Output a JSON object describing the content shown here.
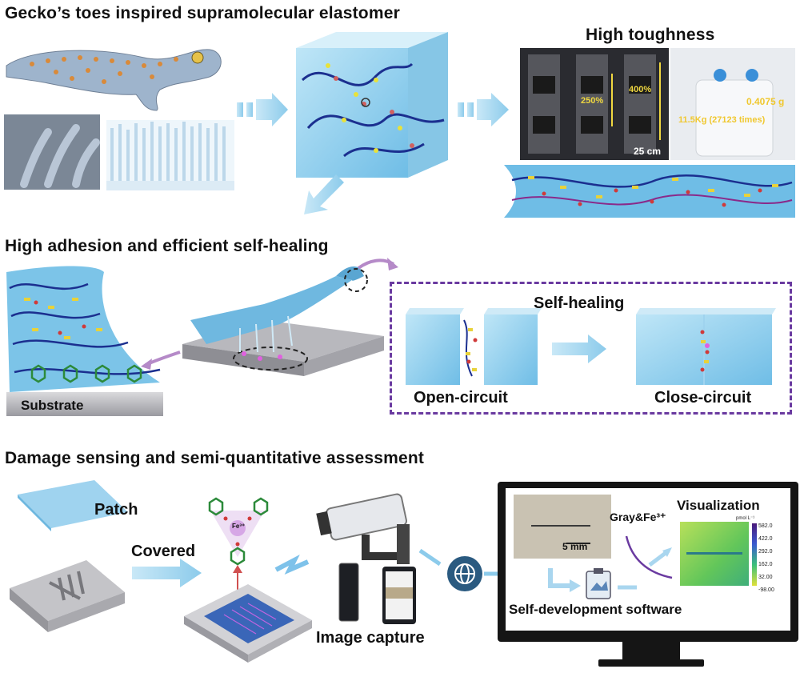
{
  "sections": {
    "top_title": "Gecko’s toes inspired supramolecular elastomer",
    "toughness_title": "High toughness",
    "adhesion_title": "High adhesion and efficient self-healing",
    "sensing_title": "Damage sensing and semi-quantitative assessment"
  },
  "toughness": {
    "strain_1": "250%",
    "strain_2": "400%",
    "scale": "25 cm",
    "weight": "0.4075 g",
    "load": "11.5Kg (27123 times)"
  },
  "adhesion": {
    "substrate": "Substrate",
    "self_healing": "Self-healing",
    "open_circuit": "Open-circuit",
    "close_circuit": "Close-circuit"
  },
  "sensing": {
    "patch": "Patch",
    "covered": "Covered",
    "fe_label": "Fe³⁺",
    "image_capture": "Image capture",
    "scale_bar": "5 mm",
    "gray_fe": "Gray&Fe³⁺",
    "visualization": "Visualization",
    "software": "Self-development software",
    "colorbar_unit": "pmol L⁻¹",
    "colorbar_ticks": [
      "582.0",
      "422.0",
      "292.0",
      "162.0",
      "32.00",
      "-98.00"
    ]
  },
  "colors": {
    "ice_blue": "#8fd0ef",
    "arrow_blue": "#9fd3ef",
    "dash_purple": "#6a3aa0",
    "gecko_orange": "#d98a3a"
  }
}
